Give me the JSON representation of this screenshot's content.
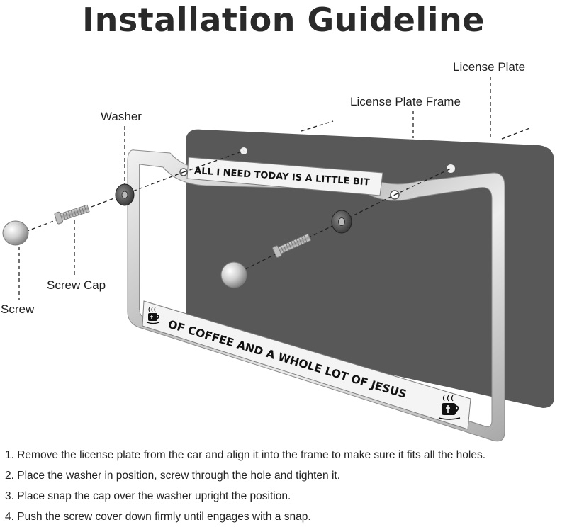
{
  "title": "Installation Guideline",
  "labels": {
    "license_plate": "License Plate",
    "license_plate_frame": "License Plate Frame",
    "washer": "Washer",
    "screw_cap": "Screw Cap",
    "screw": "Screw"
  },
  "frame_text": {
    "top": "ALL I NEED TODAY  IS A LITTLE BIT",
    "bottom": "OF COFFEE AND A WHOLE LOT OF JESUS"
  },
  "steps": [
    "1. Remove the license plate from the car and align it into the frame to make sure it fits all the holes.",
    "2. Place the washer in position, screw through the hole and tighten it.",
    "3. Place snap the cap over the washer upright the position.",
    "4. Push the screw cover down firmly until engages with a snap."
  ],
  "colors": {
    "plate": "#585858",
    "frame_chrome": "#d9d9d9",
    "frame_text_bg": "#f4f4f4"
  }
}
